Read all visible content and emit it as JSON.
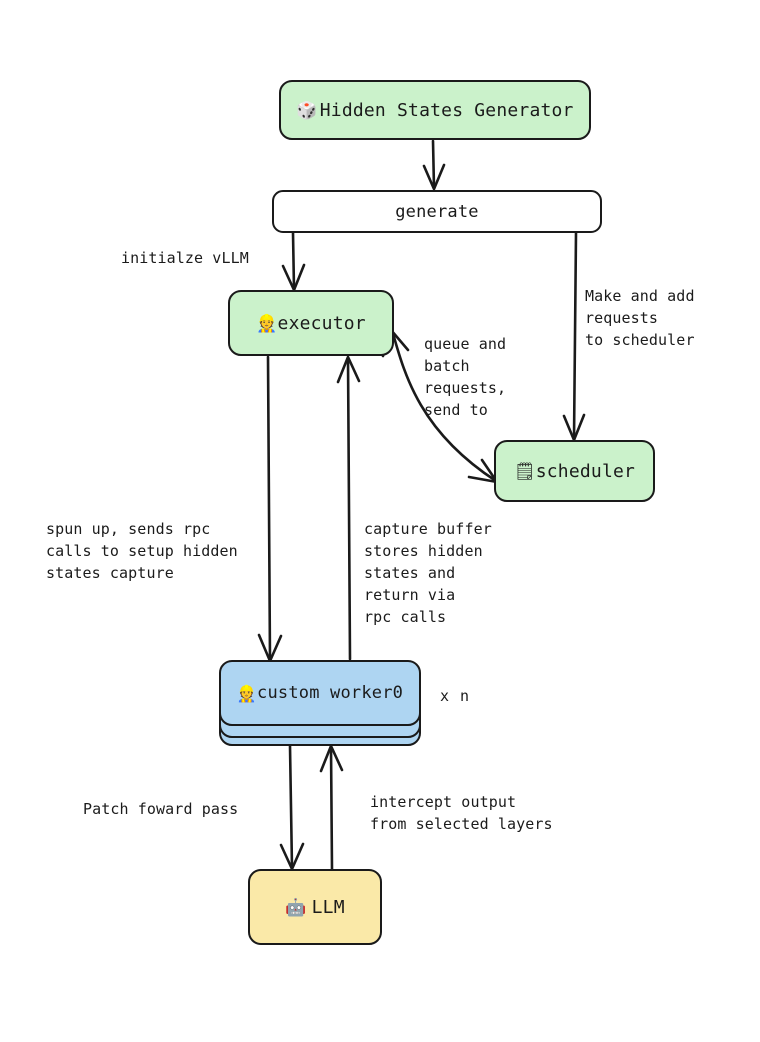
{
  "diagram": {
    "title": "Hidden States Generator vLLM flow",
    "colors": {
      "green": "#cbf2cb",
      "blue": "#aed5f2",
      "yellow": "#fae9a8",
      "white": "#ffffff",
      "stroke": "#1a1a1a",
      "text": "#1b1b1b"
    },
    "nodes": [
      {
        "id": "hidden-states-generator",
        "icon": "dice-icon",
        "emoji": "🎲",
        "label": "Hidden States Generator",
        "fill": "green"
      },
      {
        "id": "generate",
        "icon": "",
        "emoji": "",
        "label": "generate",
        "fill": "white"
      },
      {
        "id": "executor",
        "icon": "worker-icon",
        "emoji": "👷",
        "label": "executor",
        "fill": "green"
      },
      {
        "id": "scheduler",
        "icon": "spiral-notepad-icon",
        "emoji": "🗒",
        "label": "scheduler",
        "fill": "green"
      },
      {
        "id": "custom-worker0",
        "icon": "construction-worker-icon",
        "emoji": "👷",
        "label": "custom worker0",
        "fill": "blue"
      },
      {
        "id": "llm",
        "icon": "robot-icon",
        "emoji": "🤖",
        "label": "LLM",
        "fill": "yellow"
      }
    ],
    "multiplicity": {
      "target": "custom-worker0",
      "text": "x n"
    },
    "edge_labels": [
      {
        "id": "initialize-vllm",
        "text": "initialze vLLM"
      },
      {
        "id": "make-and-add-requests",
        "text": "Make and add\nrequests\nto scheduler"
      },
      {
        "id": "queue-and-batch-requests",
        "text": "queue and\nbatch\nrequests,\nsend to"
      },
      {
        "id": "spun-up-sends-rpc",
        "text": "spun up, sends rpc\ncalls to setup hidden\nstates capture"
      },
      {
        "id": "capture-buffer",
        "text": "capture buffer\nstores hidden\nstates and\nreturn via\nrpc calls"
      },
      {
        "id": "patch-foward-pass",
        "text": "Patch foward pass"
      },
      {
        "id": "intercept-output",
        "text": "intercept output\nfrom selected layers"
      }
    ],
    "edges": [
      {
        "id": "gen-to-generate",
        "from": "hidden-states-generator",
        "to": "generate",
        "label": ""
      },
      {
        "id": "generate-to-executor",
        "from": "generate",
        "to": "executor",
        "label": "initialze vLLM"
      },
      {
        "id": "generate-to-scheduler",
        "from": "generate",
        "to": "scheduler",
        "label": "Make and add requests to scheduler"
      },
      {
        "id": "executor-scheduler",
        "from": "executor",
        "to": "scheduler",
        "label": "queue and batch requests, send to"
      },
      {
        "id": "executor-to-worker",
        "from": "executor",
        "to": "custom-worker0",
        "label": "spun up, sends rpc calls to setup hidden states capture"
      },
      {
        "id": "worker-to-executor",
        "from": "custom-worker0",
        "to": "executor",
        "label": "capture buffer stores hidden states and return via rpc calls"
      },
      {
        "id": "worker-to-llm",
        "from": "custom-worker0",
        "to": "llm",
        "label": "Patch foward pass"
      },
      {
        "id": "llm-to-worker",
        "from": "llm",
        "to": "custom-worker0",
        "label": "intercept output from selected layers"
      }
    ]
  }
}
